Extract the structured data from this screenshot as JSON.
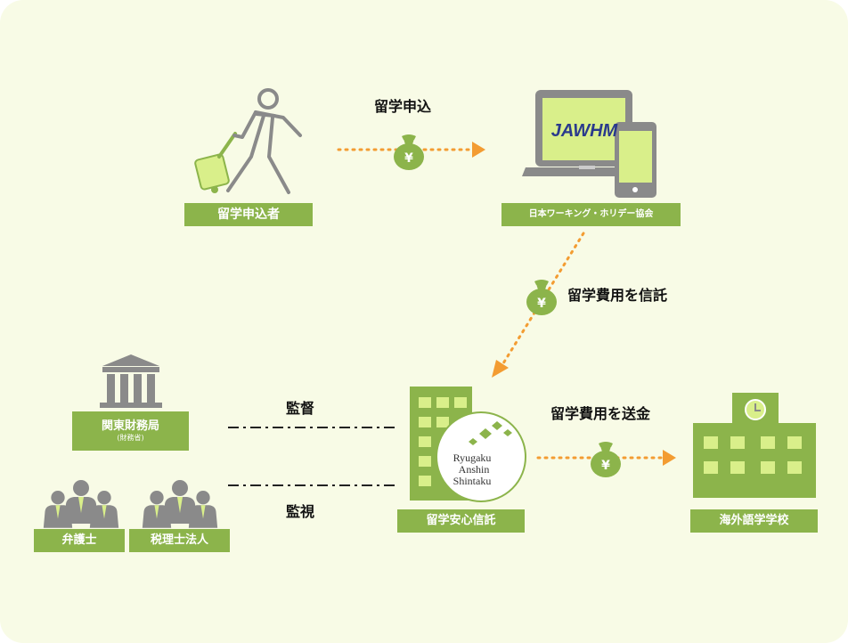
{
  "colors": {
    "background": "#f8fbe6",
    "green": "#8cb44b",
    "light_green": "#d9ef8a",
    "gray": "#8a8a8a",
    "orange": "#f39c32",
    "dark": "#222222"
  },
  "nodes": {
    "applicant": {
      "label": "留学申込者"
    },
    "jawhm": {
      "label": "日本ワーキング・ホリデー協会",
      "screen_text": "JAWHM"
    },
    "trust": {
      "label": "留学安心信託",
      "logo_lines": [
        "Ryugaku",
        "Anshin",
        "Shintaku"
      ]
    },
    "school": {
      "label": "海外語学学校"
    },
    "finance_bureau": {
      "label": "関東財務局",
      "sublabel": "(財務省)"
    },
    "lawyer": {
      "label": "弁護士"
    },
    "tax_accountant": {
      "label": "税理士法人"
    }
  },
  "flows": {
    "apply": {
      "label": "留学申込",
      "symbol": "¥"
    },
    "entrust": {
      "label": "留学費用を信託",
      "symbol": "¥"
    },
    "remit": {
      "label": "留学費用を送金",
      "symbol": "¥"
    },
    "supervise": {
      "label": "監督"
    },
    "monitor": {
      "label": "監視"
    }
  }
}
